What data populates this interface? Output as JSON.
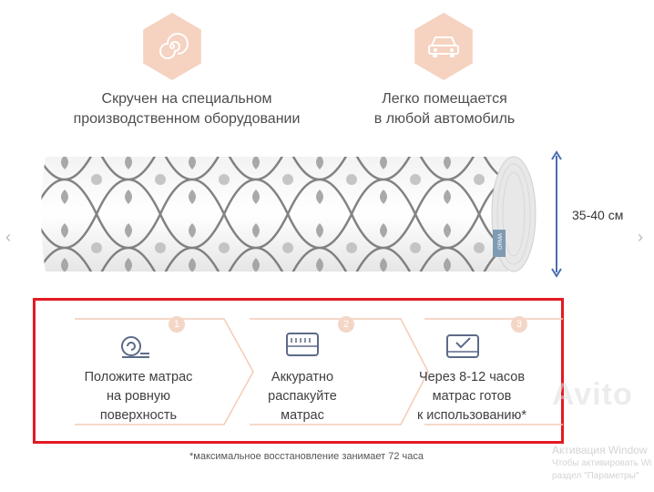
{
  "features": [
    {
      "icon": "spiral-icon",
      "line1": "Скручен на специальном",
      "line2": "производственном оборудовании"
    },
    {
      "icon": "car-icon",
      "line1": "Легко помещается",
      "line2": "в любой автомобиль"
    }
  ],
  "measurement": {
    "label": "35-40 см"
  },
  "mattress_label": "ORMA",
  "steps": [
    {
      "number": "1",
      "icon": "mattress-unroll-icon",
      "line1": "Положите матрас",
      "line2": "на ровную",
      "line3": "поверхность"
    },
    {
      "number": "2",
      "icon": "mattress-box-icon",
      "line1": "Аккуратно",
      "line2": "распакуйте",
      "line3": "матрас"
    },
    {
      "number": "3",
      "icon": "mattress-check-icon",
      "line1": "Через 8-12 часов",
      "line2": "матрас готов",
      "line3": "к использованию*"
    }
  ],
  "footnote": "*максимальное восстановление занимает 72 часа",
  "watermark": {
    "line1": "Активация Window",
    "line2": "Чтобы активировать Wi",
    "line3": "раздел \"Параметры\"",
    "brand": "Avito"
  },
  "colors": {
    "accent": "#f6d2c0",
    "highlight_border": "#e31a22"
  }
}
